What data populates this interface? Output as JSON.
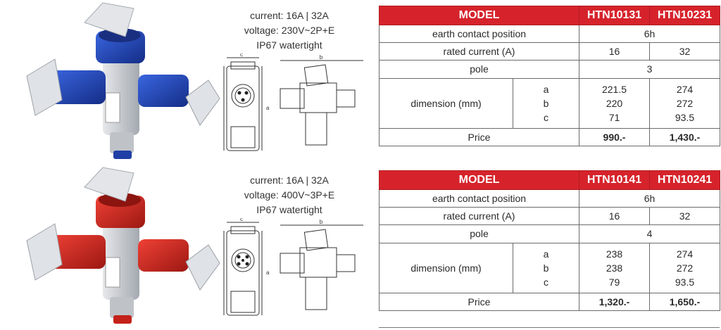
{
  "blocks": [
    {
      "id": "blue",
      "colors": {
        "body": "#2046b8",
        "body_dark": "#142d86",
        "grey": "#cfd3d8",
        "grey_dark": "#9aa0a8"
      },
      "specs": {
        "current": "current: 16A | 32A",
        "voltage": "voltage: 230V~2P+E",
        "ip": "IP67 watertight"
      },
      "table": {
        "model_label": "MODEL",
        "models": [
          "HTN10131",
          "HTN10231"
        ],
        "earth_label": "earth contact position",
        "earth_value": "6h",
        "rated_label": "rated current (A)",
        "rated_values": [
          "16",
          "32"
        ],
        "pole_label": "pole",
        "pole_value": "3",
        "dim_label": "dimension (mm)",
        "dim_letters": [
          "a",
          "b",
          "c"
        ],
        "dim_values": [
          [
            "221.5",
            "220",
            "71"
          ],
          [
            "274",
            "272",
            "93.5"
          ]
        ],
        "price_label": "Price",
        "prices": [
          "990.-",
          "1,430.-"
        ]
      }
    },
    {
      "id": "red",
      "colors": {
        "body": "#d7271f",
        "body_dark": "#9c1812",
        "grey": "#cfd3d8",
        "grey_dark": "#9aa0a8"
      },
      "specs": {
        "current": "current: 16A | 32A",
        "voltage": "voltage: 400V~3P+E",
        "ip": "IP67 watertight"
      },
      "table": {
        "model_label": "MODEL",
        "models": [
          "HTN10141",
          "HTN10241"
        ],
        "earth_label": "earth contact position",
        "earth_value": "6h",
        "rated_label": "rated current (A)",
        "rated_values": [
          "16",
          "32"
        ],
        "pole_label": "pole",
        "pole_value": "4",
        "dim_label": "dimension (mm)",
        "dim_letters": [
          "a",
          "b",
          "c"
        ],
        "dim_values": [
          [
            "238",
            "238",
            "79"
          ],
          [
            "274",
            "272",
            "93.5"
          ]
        ],
        "price_label": "Price",
        "prices": [
          "1,320.-",
          "1,650.-"
        ]
      }
    }
  ],
  "drawing_labels": {
    "a": "a",
    "b": "b",
    "c": "c"
  },
  "table_header_color": "#d6232b",
  "icons": [
    "socket-distributor-photo-icon",
    "technical-drawing-icon"
  ]
}
